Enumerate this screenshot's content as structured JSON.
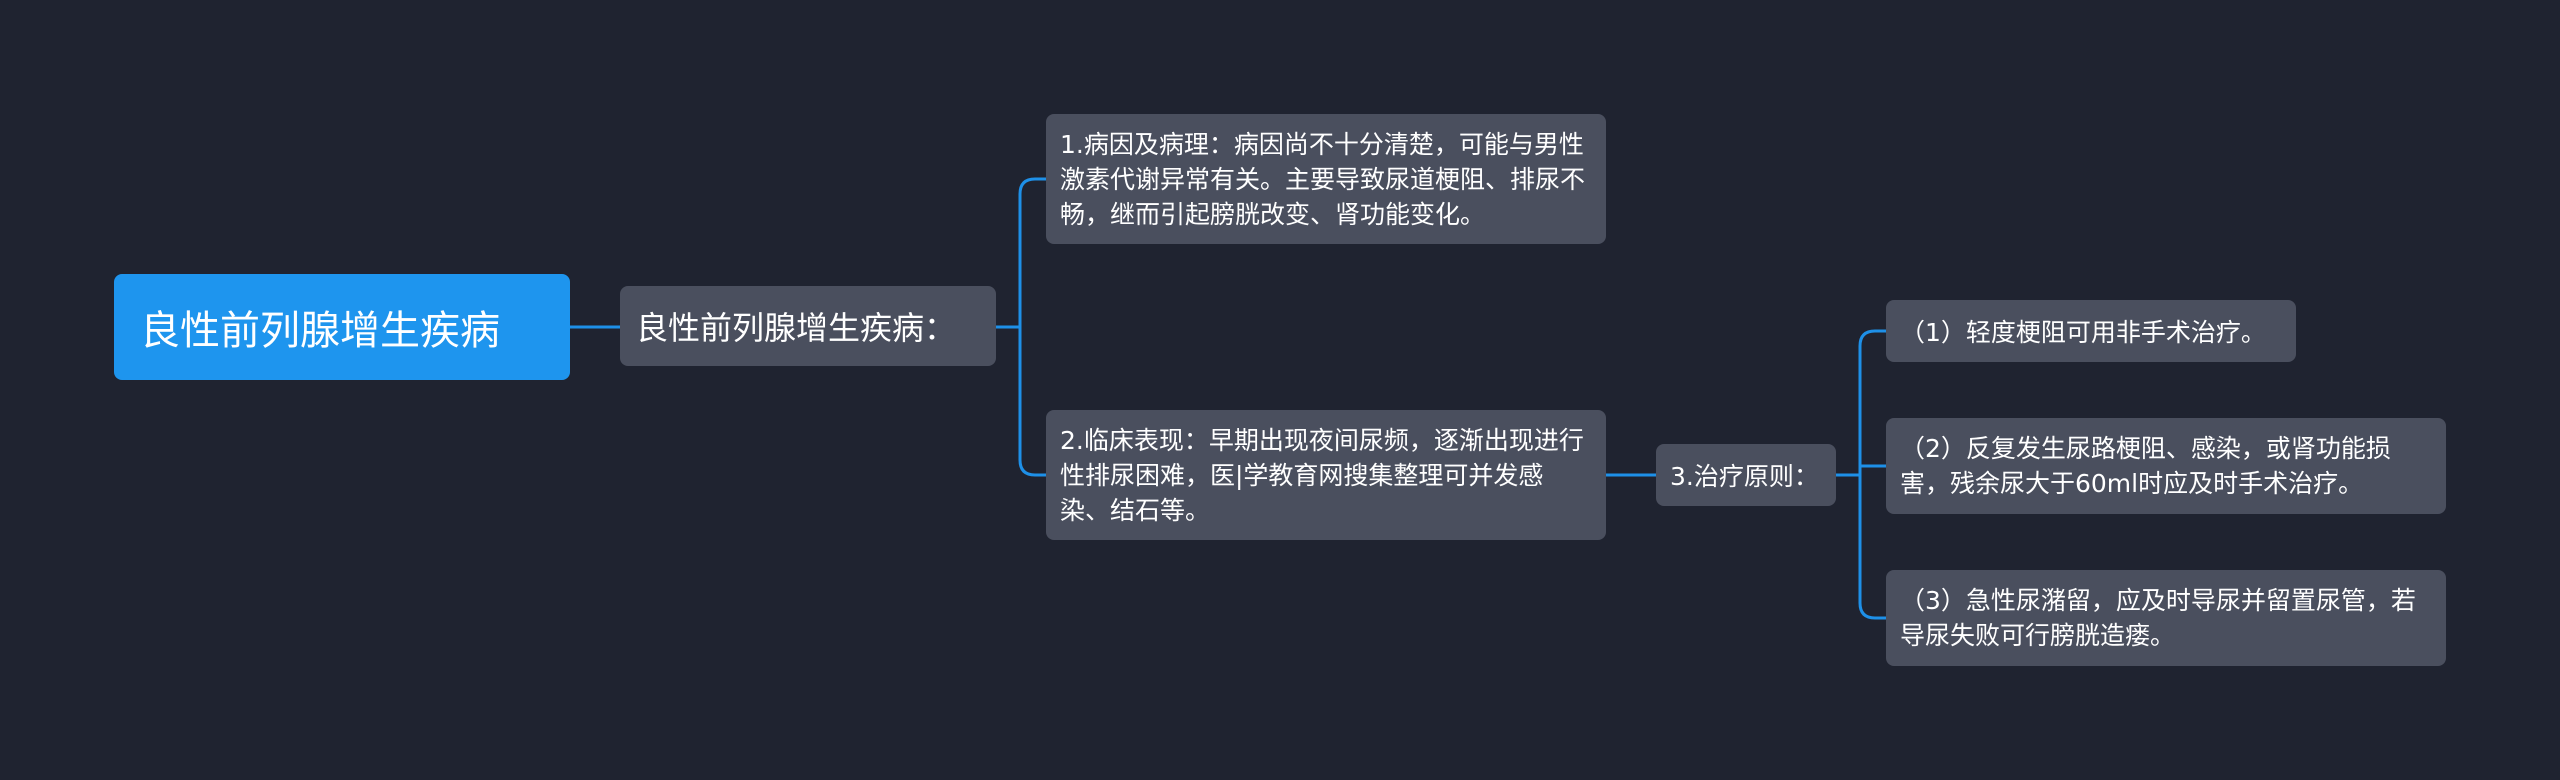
{
  "root": {
    "label": "良性前列腺增生疾病"
  },
  "main": {
    "label": "良性前列腺增生疾病："
  },
  "cause": {
    "label": "1.病因及病理：病因尚不十分清楚，可能与男性激素代谢异常有关。主要导致尿道梗阻、排尿不畅，继而引起膀胱改变、肾功能变化。"
  },
  "clinic": {
    "label": "2.临床表现：早期出现夜间尿频，逐渐出现进行性排尿困难，医|学教育网搜集整理可并发感染、结石等。"
  },
  "treat": {
    "label": "3.治疗原则："
  },
  "treatments": [
    {
      "label": "（1）轻度梗阻可用非手术治疗。"
    },
    {
      "label": "（2）反复发生尿路梗阻、感染，或肾功能损害，残余尿大于60ml时应及时手术治疗。"
    },
    {
      "label": "（3）急性尿潴留，应及时导尿并留置尿管，若导尿失败可行膀胱造瘘。"
    }
  ],
  "colors": {
    "background": "#1f2330",
    "root": "#1e95ee",
    "node": "#4a4f5e",
    "connector": "#1e90e8"
  }
}
